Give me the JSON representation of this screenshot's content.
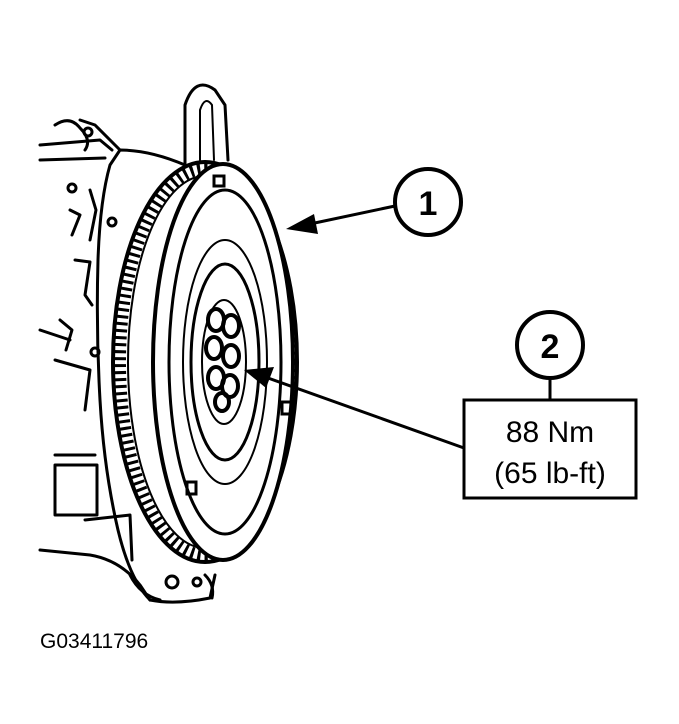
{
  "callouts": {
    "one": "1",
    "two": "2"
  },
  "torque": {
    "metric": "88 Nm",
    "imperial": "(65 lb-ft)"
  },
  "figure_id": "G03411796",
  "colors": {
    "ink": "#000000",
    "paper": "#ffffff"
  }
}
